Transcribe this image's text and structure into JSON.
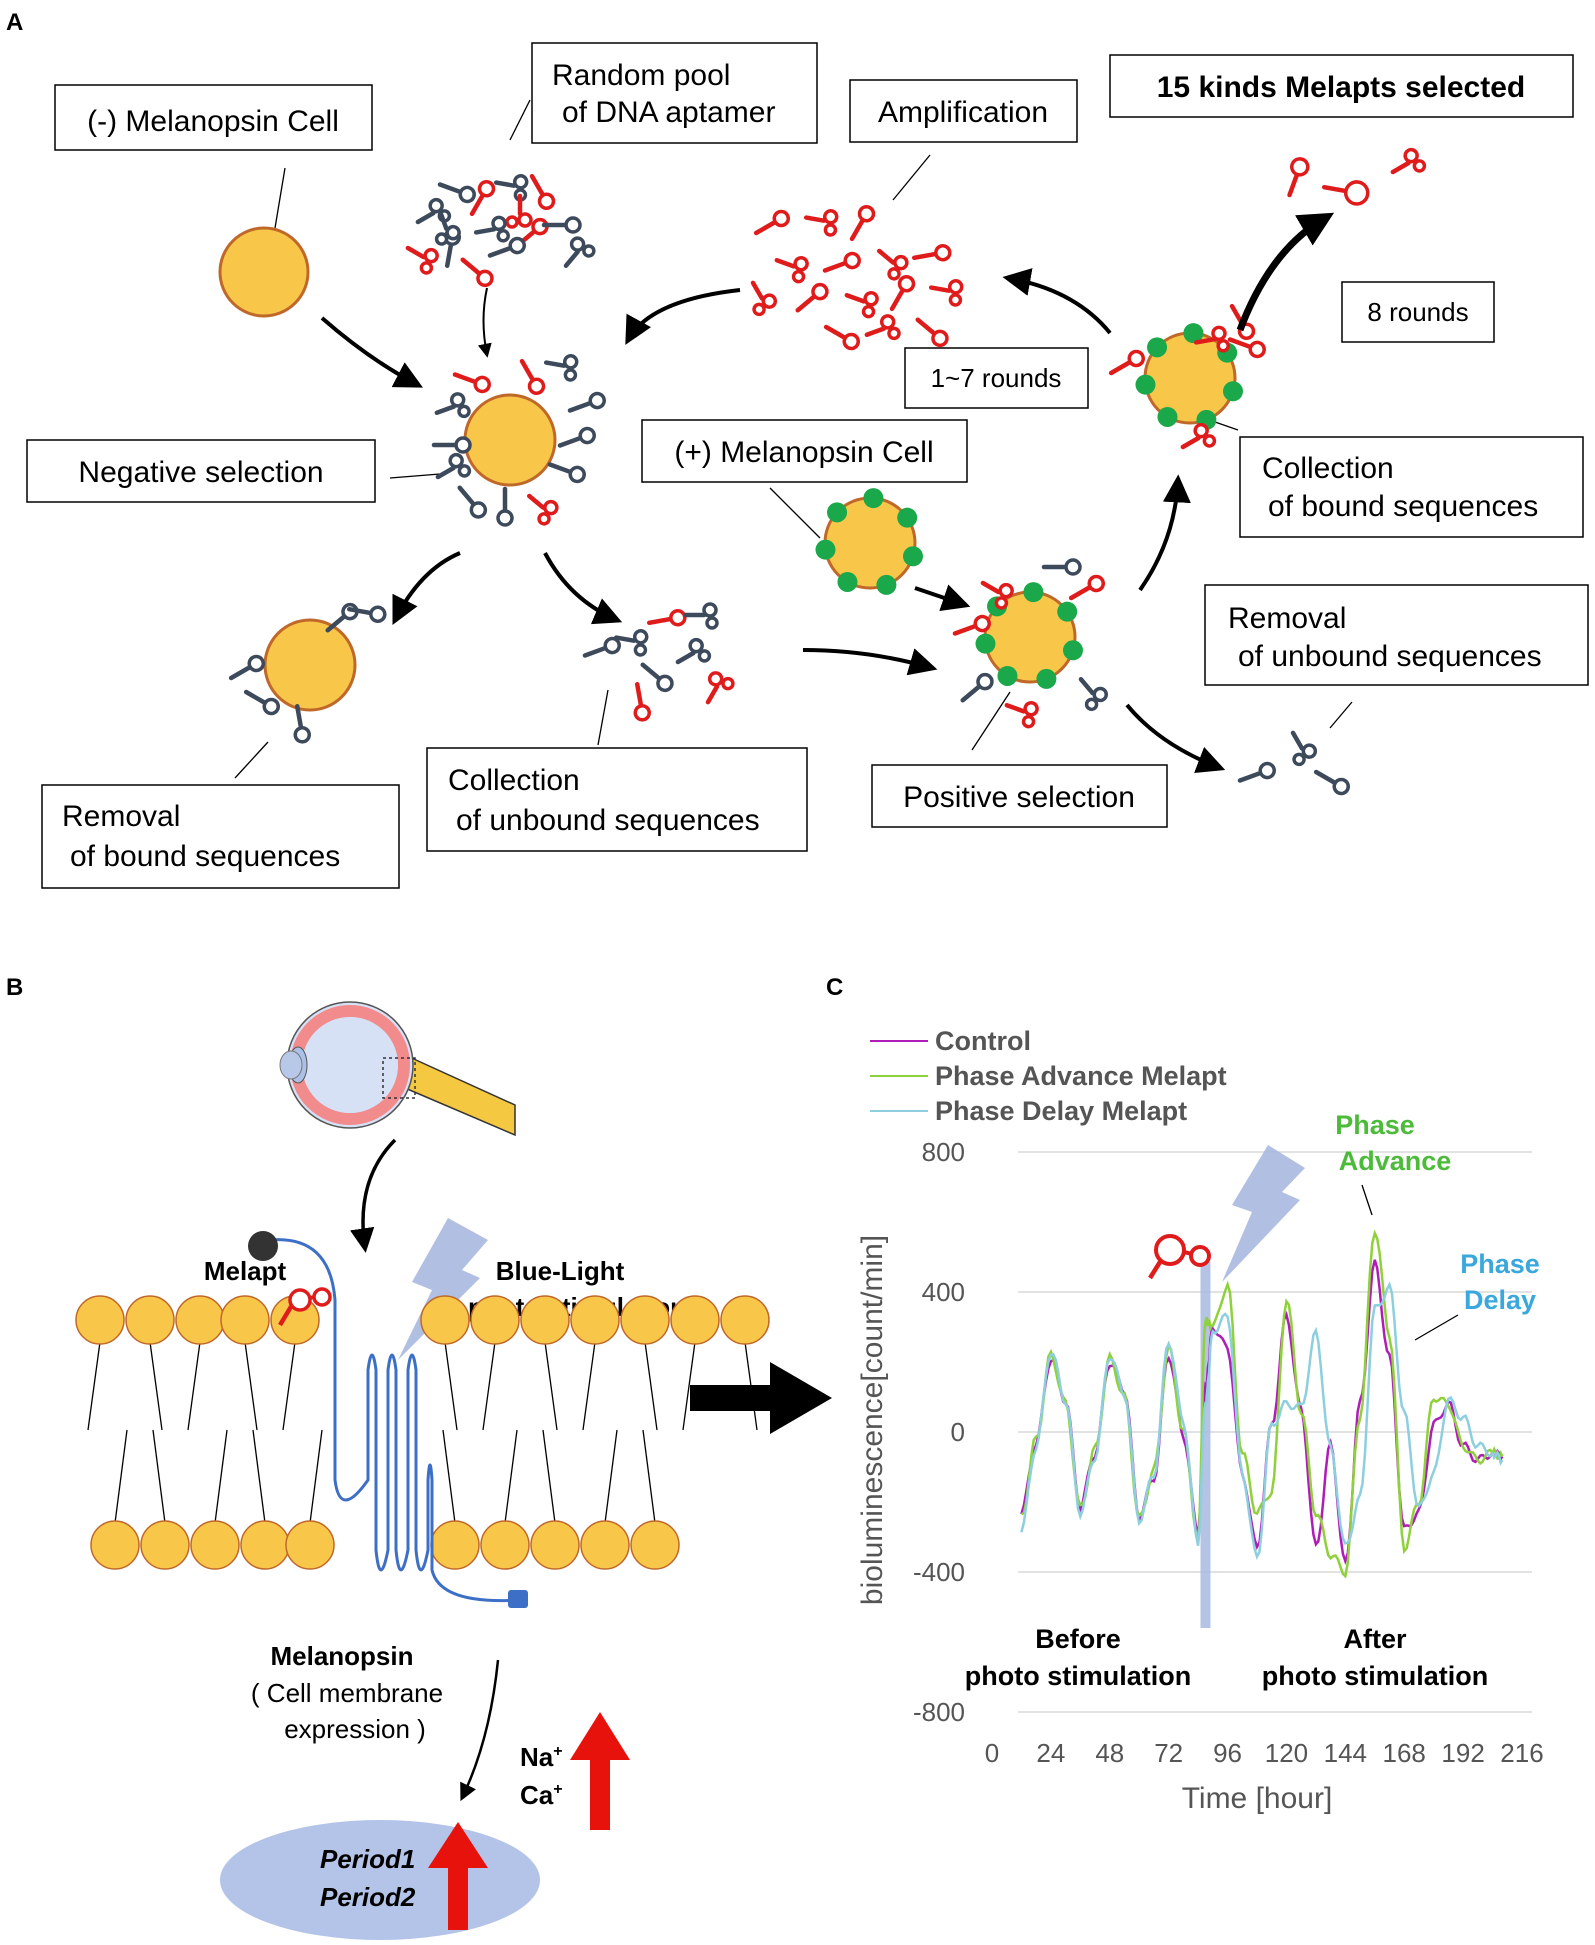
{
  "colors": {
    "cell_fill": "#f8c74a",
    "cell_stroke": "#c0682a",
    "aptamer_red": "#e01b1b",
    "aptamer_gray": "#3d4a5c",
    "receptor_green": "#1aa84a",
    "control": "#b01cb8",
    "advance": "#8fd13a",
    "delay": "#8ecfdf",
    "arrow_red": "#e8120c",
    "light_blue": "#a8b8e0",
    "grid": "#d9d9d9"
  },
  "panelA": {
    "tag": "A",
    "neg_cell_label": "(-) Melanopsin Cell",
    "pool_line1": "Random pool",
    "pool_line2": "of DNA aptamer",
    "amplification": "Amplification",
    "melapts_selected": "15 kinds Melapts selected",
    "rounds_8": "8 rounds",
    "rounds_1_7": "1~7 rounds",
    "negative_selection": "Negative selection",
    "pos_cell_label": "(+) Melanopsin Cell",
    "collection_bound_l1": "Collection",
    "collection_bound_l2": "of bound sequences",
    "removal_unbound_l1": "Removal",
    "removal_unbound_l2": "of unbound sequences",
    "removal_bound_l1": "Removal",
    "removal_bound_l2": "of bound sequences",
    "collection_unbound_l1": "Collection",
    "collection_unbound_l2": "of unbound sequences",
    "positive_selection": "Positive selection"
  },
  "panelB": {
    "tag": "B",
    "melapt": "Melapt",
    "blue_light_l1": "Blue-Light",
    "blue_light_l2": "photo stimulation",
    "melanopsin": "Melanopsin",
    "expr_l1": "( Cell membrane",
    "expr_l2": "expression )",
    "na": "Na",
    "ca": "Ca",
    "plus": "+",
    "period1": "Period1",
    "period2": "Period2"
  },
  "panelC": {
    "tag": "C",
    "legend": [
      "Control",
      "Phase Advance Melapt",
      "Phase Delay Melapt"
    ],
    "phase_advance_l1": "Phase",
    "phase_advance_l2": "Advance",
    "phase_delay_l1": "Phase",
    "phase_delay_l2": "Delay",
    "before_l1": "Before",
    "before_l2": "photo stimulation",
    "after_l1": "After",
    "after_l2": "photo stimulation"
  },
  "chart_data": {
    "type": "line",
    "xlabel": "Time [hour]",
    "ylabel": "bioluminescence[count/min]",
    "xlim": [
      0,
      216
    ],
    "ylim": [
      -800,
      800
    ],
    "xticks": [
      0,
      24,
      48,
      72,
      96,
      120,
      144,
      168,
      192,
      216
    ],
    "yticks": [
      800,
      400,
      0,
      -400,
      -800
    ],
    "grid": "horizontal",
    "legend_position": "top-left",
    "stimulation_time": 87,
    "series": [
      {
        "name": "Control",
        "x": [
          12,
          18,
          24,
          30,
          36,
          42,
          48,
          54,
          60,
          66,
          72,
          78,
          84,
          87,
          90,
          96,
          102,
          108,
          114,
          120,
          126,
          132,
          138,
          144,
          150,
          156,
          162,
          168,
          174,
          180,
          186,
          192,
          198,
          204,
          208
        ],
        "y": [
          -230,
          -30,
          210,
          90,
          -210,
          -60,
          200,
          120,
          -240,
          -130,
          220,
          -10,
          -290,
          130,
          300,
          240,
          -120,
          -330,
          20,
          330,
          60,
          -330,
          -40,
          -380,
          80,
          480,
          210,
          -280,
          -230,
          20,
          80,
          -40,
          -80,
          -60,
          -70
        ]
      },
      {
        "name": "Phase Advance Melapt",
        "x": [
          12,
          18,
          24,
          30,
          36,
          42,
          48,
          54,
          60,
          66,
          72,
          78,
          84,
          87,
          90,
          96,
          102,
          108,
          114,
          120,
          126,
          132,
          138,
          144,
          150,
          156,
          162,
          168,
          174,
          180,
          186,
          192,
          198,
          204,
          208
        ],
        "y": [
          -240,
          -20,
          220,
          80,
          -220,
          -50,
          210,
          100,
          -250,
          -110,
          240,
          0,
          -300,
          320,
          300,
          420,
          -60,
          -230,
          -170,
          380,
          60,
          -230,
          -350,
          -400,
          50,
          580,
          280,
          -330,
          -200,
          100,
          80,
          -40,
          -80,
          -60,
          -70
        ]
      },
      {
        "name": "Phase Delay Melapt",
        "x": [
          12,
          18,
          24,
          30,
          36,
          42,
          48,
          54,
          60,
          66,
          72,
          78,
          84,
          87,
          90,
          96,
          102,
          108,
          114,
          120,
          126,
          132,
          138,
          144,
          150,
          156,
          162,
          168,
          174,
          180,
          186,
          192,
          198,
          204,
          208
        ],
        "y": [
          -280,
          -40,
          230,
          90,
          -230,
          -70,
          220,
          110,
          -250,
          -120,
          260,
          30,
          -320,
          80,
          290,
          330,
          -120,
          -360,
          20,
          80,
          70,
          280,
          -50,
          -330,
          -190,
          350,
          410,
          50,
          -220,
          -120,
          90,
          40,
          -40,
          -60,
          -80
        ]
      }
    ]
  }
}
